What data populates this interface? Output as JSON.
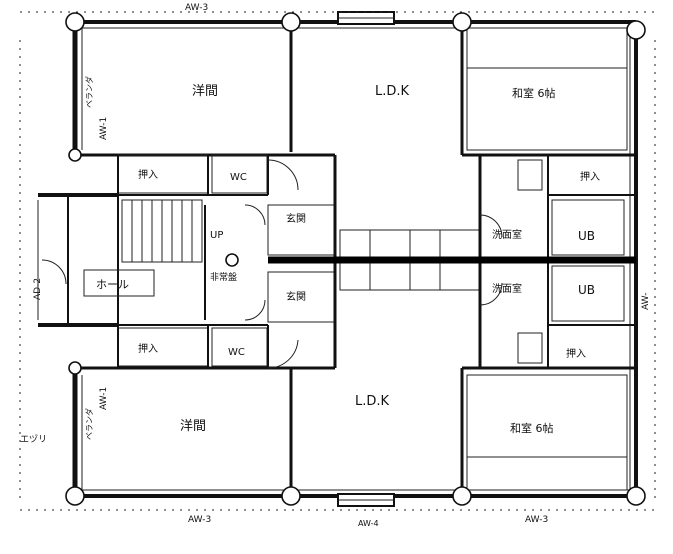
{
  "rooms": {
    "upper_western": "洋間",
    "upper_ldk": "L.D.K",
    "upper_tatami": "和室 6帖",
    "upper_closet": "押入",
    "upper_closet_right": "押入",
    "upper_wc": "WC",
    "upper_entrance": "玄関",
    "laundry_upper": "洗面室",
    "ub_upper": "UB",
    "hall": "ホール",
    "up": "UP",
    "main_distribution": "非常盤",
    "lower_entrance": "玄関",
    "laundry_lower": "洗面室",
    "ub_lower": "UB",
    "lower_closet": "押入",
    "lower_closet_right": "押入",
    "lower_wc": "WC",
    "lower_ldk": "L.D.K",
    "lower_western": "洋間",
    "lower_tatami": "和室 6帖"
  },
  "annotations": {
    "aw1_upper": "AW-1",
    "aw1_lower": "AW-1",
    "ad2": "AD-2",
    "aw3_top": "AW-3",
    "aw3_bottom_left": "AW-3",
    "aw3_bottom_right": "AW-3",
    "aw4_bottom": "AW-4",
    "aw_right": "AW-",
    "veranda_upper": "ベランダ",
    "veranda_lower": "ベランダ",
    "ezri": "エヅリ"
  }
}
